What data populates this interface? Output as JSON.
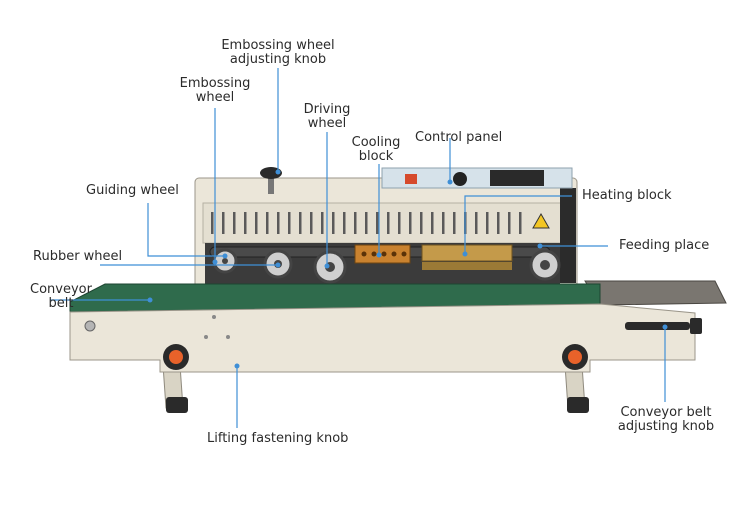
{
  "labels": {
    "embossing_adjust": [
      "Embossing wheel",
      "adjusting knob"
    ],
    "embossing_wheel": [
      "Embossing",
      "wheel"
    ],
    "driving_wheel": [
      "Driving",
      "wheel"
    ],
    "cooling_block": [
      "Cooling",
      "block"
    ],
    "control_panel": "Control panel",
    "heating_block": "Heating block",
    "guiding_wheel": "Guiding wheel",
    "rubber_wheel": "Rubber wheel",
    "feeding_place": "Feeding place",
    "conveyor_belt": [
      "Conveyor",
      "belt"
    ],
    "lifting_knob": "Lifting fastening knob",
    "conveyor_adjust": [
      "Conveyor belt",
      "adjusting knob"
    ]
  },
  "colors": {
    "leader": "#3f8fd6",
    "machine_body": "#e9e4d6",
    "belt": "#2f6b4c",
    "knob": "#e8622a",
    "dark": "#2a2a2a",
    "heater": "#c49a4a",
    "cooler": "#c9822f"
  }
}
